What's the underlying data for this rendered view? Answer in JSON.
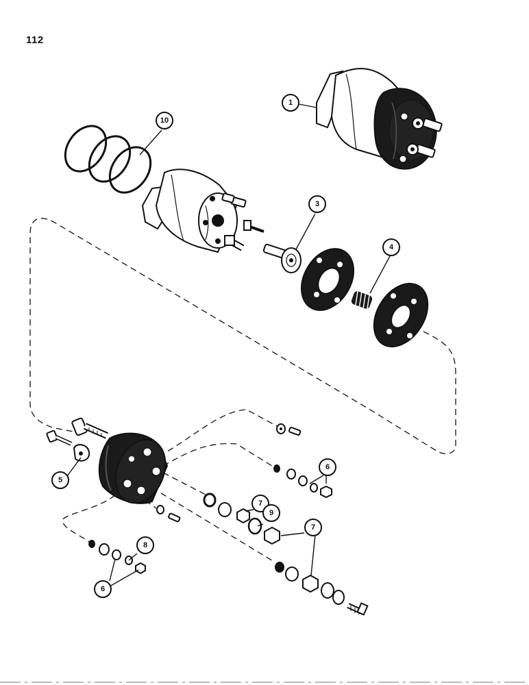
{
  "page": {
    "number": "112"
  },
  "callouts": [
    {
      "id": "c1",
      "label": "1",
      "part": "solenoid-assembly"
    },
    {
      "id": "c10",
      "label": "10",
      "part": "o-rings"
    },
    {
      "id": "c3",
      "label": "3",
      "part": "plunger-contact-disc"
    },
    {
      "id": "c4",
      "label": "4",
      "part": "spring"
    },
    {
      "id": "c5",
      "label": "5",
      "part": "terminal-connector"
    },
    {
      "id": "c6a",
      "label": "6",
      "part": "washers-and-nuts"
    },
    {
      "id": "c7a",
      "label": "7",
      "part": "nut"
    },
    {
      "id": "c9",
      "label": "9",
      "part": "washer"
    },
    {
      "id": "c7b",
      "label": "7",
      "part": "nuts"
    },
    {
      "id": "c8",
      "label": "8",
      "part": "lock-washer"
    },
    {
      "id": "c6b",
      "label": "6",
      "part": "washers-and-nuts"
    }
  ],
  "colors": {
    "ink": "#111111",
    "paper": "#ffffff"
  }
}
